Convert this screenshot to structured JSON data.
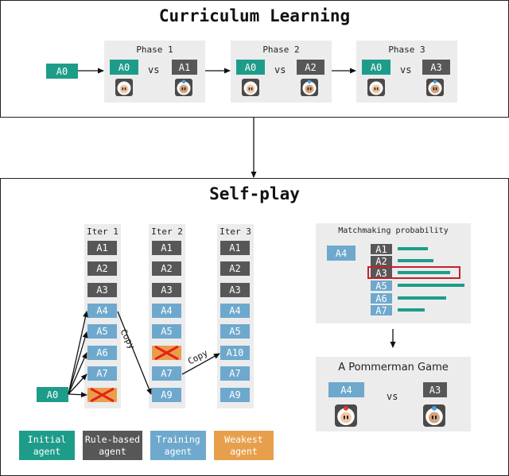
{
  "top": {
    "title": "Curriculum Learning",
    "start_agent": "A0",
    "phases": [
      {
        "title": "Phase 1",
        "left": "A0",
        "vs": "vs",
        "right": "A1"
      },
      {
        "title": "Phase 2",
        "left": "A0",
        "vs": "vs",
        "right": "A2"
      },
      {
        "title": "Phase 3",
        "left": "A0",
        "vs": "vs",
        "right": "A3"
      }
    ]
  },
  "self_play": {
    "title": "Self-play",
    "start_agent": "A0",
    "iters": [
      {
        "title": "Iter 1",
        "cells": [
          "A1",
          "A2",
          "A3",
          "A4",
          "A5",
          "A6",
          "A7",
          ""
        ]
      },
      {
        "title": "Iter 2",
        "cells": [
          "A1",
          "A2",
          "A3",
          "A4",
          "A5",
          "",
          "A7",
          "A9"
        ]
      },
      {
        "title": "Iter 3",
        "cells": [
          "A1",
          "A2",
          "A3",
          "A4",
          "A5",
          "A10",
          "A7",
          "A9"
        ]
      }
    ],
    "copy_label_1": "Copy",
    "copy_label_2": "Copy"
  },
  "matchmaking": {
    "title": "Matchmaking probability",
    "agent": "A4",
    "rows": [
      {
        "label": "A1",
        "prob": 0.3
      },
      {
        "label": "A2",
        "prob": 0.36
      },
      {
        "label": "A3",
        "prob": 0.53
      },
      {
        "label": "A5",
        "prob": 0.67
      },
      {
        "label": "A6",
        "prob": 0.49
      },
      {
        "label": "A7",
        "prob": 0.27
      }
    ],
    "highlighted": "A3"
  },
  "game": {
    "title": "A Pommerman Game",
    "left": "A4",
    "vs": "vs",
    "right": "A3"
  },
  "legend": [
    {
      "text": "Initial\nagent",
      "color": "#1e9c8a"
    },
    {
      "text": "Rule-based\nagent",
      "color": "#575757"
    },
    {
      "text": "Training\nagent",
      "color": "#6ea8cd"
    },
    {
      "text": "Weakest\nagent",
      "color": "#e89f4c"
    }
  ]
}
